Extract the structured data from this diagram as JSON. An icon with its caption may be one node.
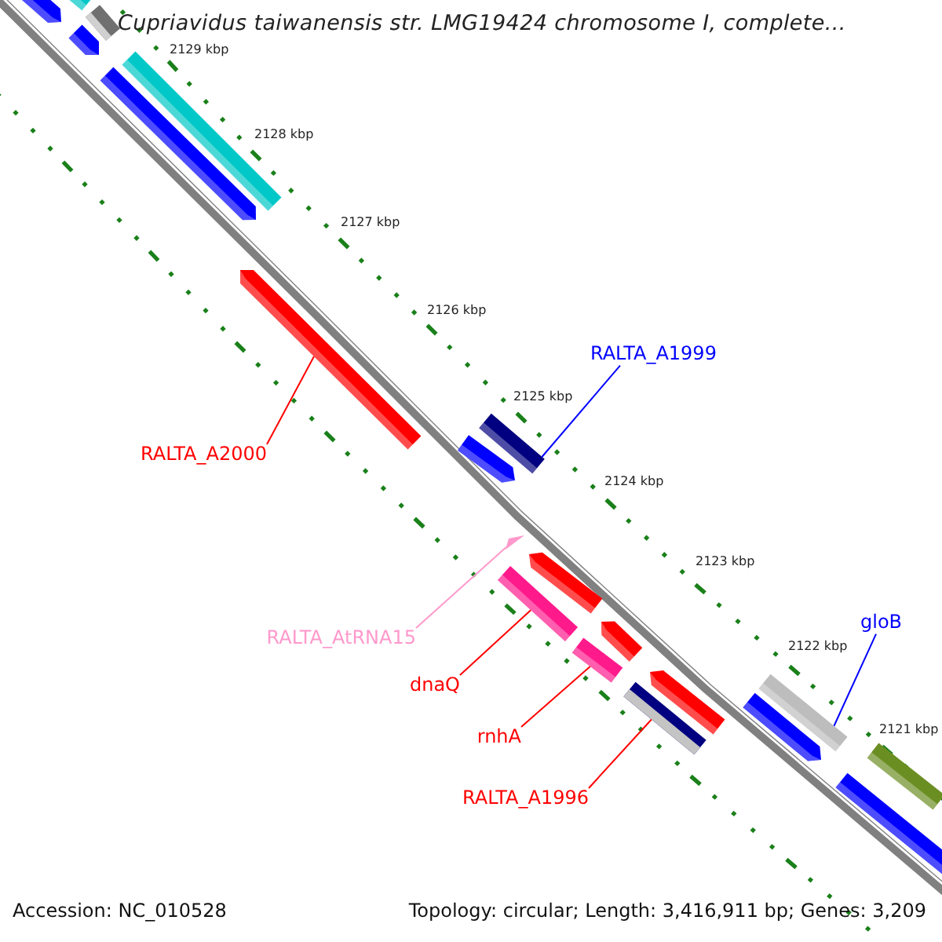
{
  "diagram": {
    "title": "Cupriavidus taiwanensis str. LMG19424 chromosome I, complete...",
    "nodes": [
      {
        "text": [],
        "shape": "bar"
      },
      {
        "text": [],
        "shape": "bar"
      },
      {
        "text": [],
        "shape": "bar"
      },
      {
        "text": [],
        "shape": "bar"
      },
      {
        "text": [],
        "shape": "bar"
      },
      {
        "text": [],
        "shape": "bar"
      },
      {
        "text": [],
        "shape": "bar"
      },
      {
        "text": [],
        "shape": "bar"
      },
      {
        "text": [],
        "shape": "bar"
      },
      {
        "text": [],
        "shape": "triangle"
      },
      {
        "text": [],
        "shape": "bar"
      },
      {
        "text": [],
        "shape": "bar"
      },
      {
        "text": [],
        "shape": "bar"
      },
      {
        "text": [],
        "shape": "bar"
      },
      {
        "text": [],
        "shape": "bar"
      },
      {
        "text": [],
        "shape": "bar"
      },
      {
        "text": [],
        "shape": "bar"
      },
      {
        "text": [],
        "shape": "bar"
      },
      {
        "text": [],
        "shape": "bar"
      },
      {
        "text": [],
        "shape": "bar"
      },
      {
        "text": [
          "RALTA_A1999"
        ]
      },
      {
        "text": [
          "RALTA_A2000"
        ]
      },
      {
        "text": [
          "RALTA_AtRNA15"
        ]
      },
      {
        "text": [
          "dnaQ"
        ]
      },
      {
        "text": [
          "rnhA"
        ]
      },
      {
        "text": [
          "RALTA_A1996"
        ]
      },
      {
        "text": [
          "gloB"
        ]
      }
    ],
    "edges": [
      {
        "from": 20,
        "to": 7,
        "arrow": "none",
        "color": "#0000ff"
      },
      {
        "from": 21,
        "to": 6,
        "arrow": "none"
      },
      {
        "from": 22,
        "to": 9,
        "arrow": "none",
        "color": "#ff99cc"
      },
      {
        "from": 23,
        "to": 10,
        "arrow": "none"
      },
      {
        "from": 24,
        "to": 12,
        "arrow": "none"
      },
      {
        "from": 25,
        "to": 14,
        "arrow": "none"
      },
      {
        "from": 26,
        "to": 16,
        "arrow": "none",
        "color": "#0000ff"
      }
    ],
    "labels": [
      "2129 kbp",
      "2128 kbp",
      "2127 kbp",
      "2126 kbp",
      "2125 kbp",
      "2124 kbp",
      "2123 kbp",
      "2122 kbp",
      "2121 kbp",
      "Accession: NC_010528",
      "Topology: circular; Length: 3,416,911 bp; Genes: 3,209"
    ]
  }
}
